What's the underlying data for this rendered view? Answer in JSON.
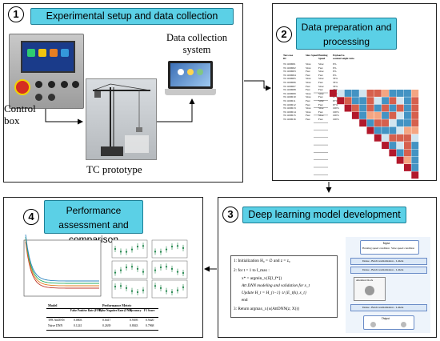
{
  "panels": {
    "p1": {
      "number": "1",
      "title": "Experimental setup and data collection",
      "control_box": "Control box",
      "data_collection": "Data collection system",
      "prototype": "TC prototype"
    },
    "p2": {
      "number": "2",
      "title": "Data preparation and processing",
      "table_headers": [
        "Test case ID",
        "Slew Speed",
        "Hoisting Speed",
        "Payload to counterweight ratio"
      ],
      "table_rows": [
        [
          "TC1100001",
          "Slow",
          "Slow",
          "0%"
        ],
        [
          "TC1100002",
          "Slow",
          "Fast",
          "0%"
        ],
        [
          "TC1100003",
          "Fast",
          "Slow",
          "0%"
        ],
        [
          "TC1100004",
          "Fast",
          "Fast",
          "0%"
        ],
        [
          "TC1100005",
          "Slow",
          "Slow",
          "33%"
        ],
        [
          "TC1100006",
          "Slow",
          "Fast",
          "33%"
        ],
        [
          "TC1100007",
          "Fast",
          "Slow",
          "33%"
        ],
        [
          "TC1100008",
          "Fast",
          "Fast",
          "33%"
        ],
        [
          "TC1100009",
          "Slow",
          "Slow",
          "67%"
        ],
        [
          "TC1100010",
          "Slow",
          "Fast",
          "67%"
        ],
        [
          "TC1100011",
          "Fast",
          "Slow",
          "67%"
        ],
        [
          "TC1100012",
          "Fast",
          "Fast",
          "67%"
        ],
        [
          "TC1100013",
          "Slow",
          "Slow",
          "100%"
        ],
        [
          "TC1100014",
          "Slow",
          "Fast",
          "100%"
        ],
        [
          "TC1100015",
          "Fast",
          "Slow",
          "100%"
        ],
        [
          "TC1100016",
          "Fast",
          "Fast",
          "100%"
        ]
      ]
    },
    "p3": {
      "number": "3",
      "title": "Deep learning model development",
      "algo": [
        "1: Initialization H₀ = ∅ and z = z₀",
        "2: for t = 1 to I_max :",
        "x* = argmin_x{E[l_f*]}",
        "Att DNN modeling and validation for x_t",
        "Update H_t = H_{t−1} ∪ {E_t(k), x_t}",
        "end",
        "3: Return argmax_x{u(AttDNN(z; X))}"
      ],
      "diagram_top": "Input",
      "diagram_sub": [
        "Hoisting speed condition",
        "Slew speed condition"
      ],
      "diagram_layers": [
        "Dense - Batch normalization - L-Relu",
        "Dense - Batch normalization - L-Relu",
        "Dense - Batch normalization - L-Relu"
      ],
      "diagram_attention": "Attention block",
      "diagram_output": "Output"
    },
    "p4": {
      "number": "4",
      "title": "Performance assessment and comparison",
      "table_top": [
        "Model",
        "Performance Metric"
      ],
      "table_headers": [
        "False Positive Rate (FPR)",
        "False Negative Rate (FNR)",
        "Accuracy",
        "F1 Score"
      ],
      "table_rows": [
        [
          "TPE AttDNN",
          "0.0803",
          "0.0417",
          "0.9395",
          "0.9420"
        ],
        [
          "Naive DNN",
          "0.1241",
          "0.2639",
          "0.8043",
          "0.7968"
        ]
      ]
    }
  },
  "colors": {
    "title_fill": "#5bd0e6",
    "panel_border": "#222222",
    "accent_red": "#c0392b",
    "accent_blue": "#2e86c1"
  }
}
